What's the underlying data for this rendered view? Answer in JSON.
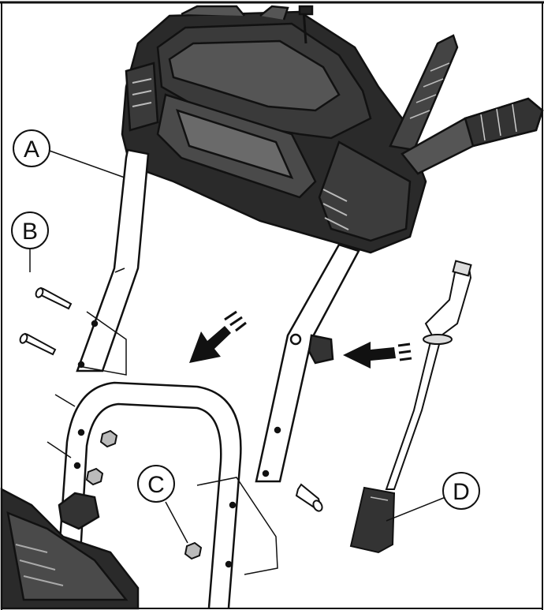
{
  "callouts": [
    {
      "id": "A",
      "label": "A"
    },
    {
      "id": "B",
      "label": "B"
    },
    {
      "id": "C",
      "label": "C"
    },
    {
      "id": "D",
      "label": "D"
    }
  ],
  "colors": {
    "line": "#111111",
    "fill_light": "#ffffff",
    "fill_dark": "#2a2a2a",
    "fill_mid": "#d9d9d9"
  }
}
